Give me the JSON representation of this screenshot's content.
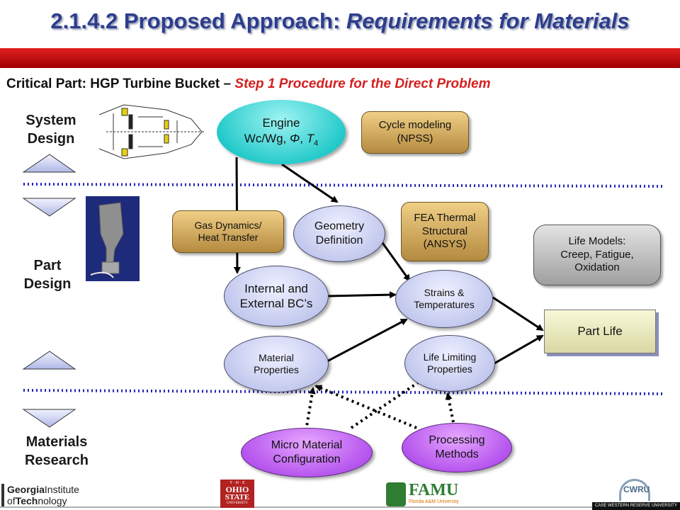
{
  "header": {
    "title_plain": "2.1.4.2 Proposed Approach: ",
    "title_italic": "Requirements for Materials",
    "subtitle_black": "Critical Part: HGP Turbine Bucket – ",
    "subtitle_red": "Step 1 Procedure for the Direct Problem"
  },
  "levels": {
    "system": [
      "System",
      "Design"
    ],
    "part": [
      "Part",
      "Design"
    ],
    "materials": [
      "Materials",
      "Research"
    ]
  },
  "nodes": {
    "engine": {
      "line1": "Engine",
      "line2_prefix": "Wc/Wg, ",
      "phi": "Φ",
      "t": "T",
      "t_sub": "4"
    },
    "cycle_modeling": [
      "Cycle modeling",
      "(NPSS)"
    ],
    "gas_dynamics": [
      "Gas Dynamics/",
      "Heat Transfer"
    ],
    "geometry": [
      "Geometry",
      "Definition"
    ],
    "fea": [
      "FEA Thermal",
      "Structural",
      "(ANSYS)"
    ],
    "life_models": [
      "Life Models:",
      "Creep, Fatigue,",
      "Oxidation"
    ],
    "internal_bcs": [
      "Internal and",
      "External BC’s"
    ],
    "strains": [
      "Strains &",
      "Temperatures"
    ],
    "part_life": "Part Life",
    "material_props": [
      "Material",
      "Properties"
    ],
    "life_limiting": [
      "Life Limiting",
      "Properties"
    ],
    "micro_material": [
      "Micro Material",
      "Configuration"
    ],
    "processing": [
      "Processing",
      "Methods"
    ]
  },
  "logos": {
    "georgia_1": "Georgia",
    "georgia_2": "Institute",
    "georgia_3": "of",
    "georgia_4": "Tech",
    "georgia_5": "nology",
    "osu_1": "T · H · E",
    "osu_2": "OHIO",
    "osu_3": "STATE",
    "osu_4": "UNIVERSITY",
    "famu_1": "FAMU",
    "famu_2": "Florida A&M University",
    "cwru_1": "CWRU",
    "cwru_2": "CASE WESTERN RESERVE UNIVERSITY"
  },
  "colors": {
    "title": "#2d3d8c",
    "red_bar": "#c81414",
    "subtitle_red": "#d32020",
    "divider": "#2525b8",
    "gold_box": "#d4aa5c",
    "gray_box": "#c8c8c8",
    "blue_ellipse": "#c3c9ee",
    "cyan_ellipse": "#1ec8c8",
    "purple_ellipse": "#b656ee"
  }
}
